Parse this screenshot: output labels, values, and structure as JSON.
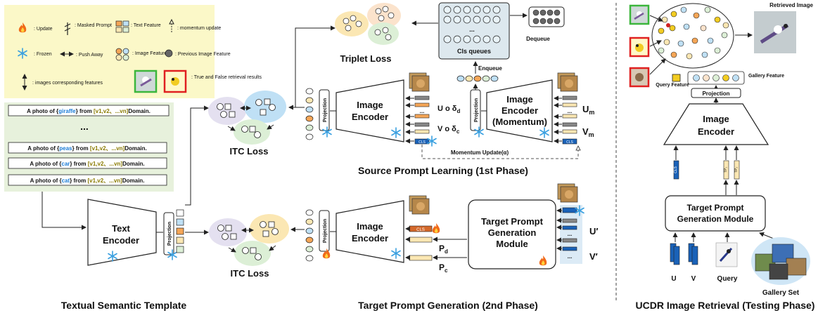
{
  "legend": {
    "update": ": Update",
    "masked_prompt": ": Masked Prompt",
    "text_feature": ": Text Feature",
    "momentum_update": ": momentum update",
    "frozen": ": Frozen",
    "push_away": ": Push Away",
    "image_feature": ": Image Feature",
    "previous_image_feature": ": Previous Image Feature",
    "images_corresponding": ": images  corresponding features",
    "true_false": ": True and False retrieval results"
  },
  "template": {
    "rows": [
      {
        "pre": "A photo of {",
        "cls": "giraffe",
        "mid": "} from ",
        "dom": "[v1,v2、...vn]",
        "post": "Domain."
      },
      {
        "pre": "A photo of {",
        "cls": "peas",
        "mid": "} from ",
        "dom": "[v1,v2、...vn]",
        "post": "Domain."
      },
      {
        "pre": "A photo of {",
        "cls": "car",
        "mid": "} from ",
        "dom": "[v1,v2、...vn]",
        "post": "Domain."
      },
      {
        "pre": "A photo of {",
        "cls": "cat",
        "mid": "} from ",
        "dom": "[v1,v2、...vn]",
        "post": "Domain."
      }
    ],
    "ellipsis": "...",
    "title": "Textual Semantic Template"
  },
  "text_encoder": {
    "line1": "Text",
    "line2": "Encoder"
  },
  "projection": "Projection",
  "itc_loss": "ITC Loss",
  "triplet_loss": "Triplet Loss",
  "cls_queues": "Cls queues",
  "dequeue": "Dequeue",
  "enqueue": "Enqueue",
  "image_encoder": {
    "line1": "Image",
    "line2": "Encoder"
  },
  "image_encoder_momentum": {
    "line1": "Image",
    "line2": "Encoder",
    "line3": "(Momentum)"
  },
  "labels": {
    "u_delta": "U o δ",
    "u_delta_sub": "d",
    "v_delta": "V o δ",
    "v_delta_sub": "c",
    "u_m": "U",
    "u_m_sub": "m",
    "v_m": "V",
    "v_m_sub": "m",
    "momentum_update": "Momentum Update(α)",
    "p_d": "P",
    "p_d_sub": "d",
    "p_c": "P",
    "p_c_sub": "c",
    "u_prime": "U′",
    "v_prime": "V′",
    "cls": "CLS",
    "dots": "..."
  },
  "phase1_title": "Source Prompt Learning (1st Phase)",
  "phase2_title": "Target Prompt Generation (2nd Phase)",
  "tpgm": {
    "line1": "Target Prompt",
    "line2": "Generation",
    "line3": "Module"
  },
  "ucdr": {
    "retrieved_image": "Retrieved Image",
    "query_feature": "Query Feature",
    "gallery_feature": "Gallery Feature",
    "projection": "Projection",
    "image_encoder_1": "Image",
    "image_encoder_2": "Encoder",
    "cls": "CLS",
    "tp1": "TP₁",
    "tp2": "TP₂",
    "tpgm_1": "Target Prompt",
    "tpgm_2": "Generation Module",
    "u": "U",
    "v": "V",
    "query": "Query",
    "gallery_set": "Gallery Set",
    "title": "UCDR Image Retrieval (Testing Phase)"
  },
  "colors": {
    "legend_bg": "#fbf8c8",
    "template_bg": "#e7f1dc",
    "purple": "#e4e0f0",
    "green": "#dcefd6",
    "peach": "#fbe3cc",
    "blue_feat": "#bfe0f5",
    "orange_feat": "#f5a657",
    "tan_feat": "#fbe7b3",
    "grey_feat": "#888888",
    "accent_blue": "#1a7bd6"
  }
}
